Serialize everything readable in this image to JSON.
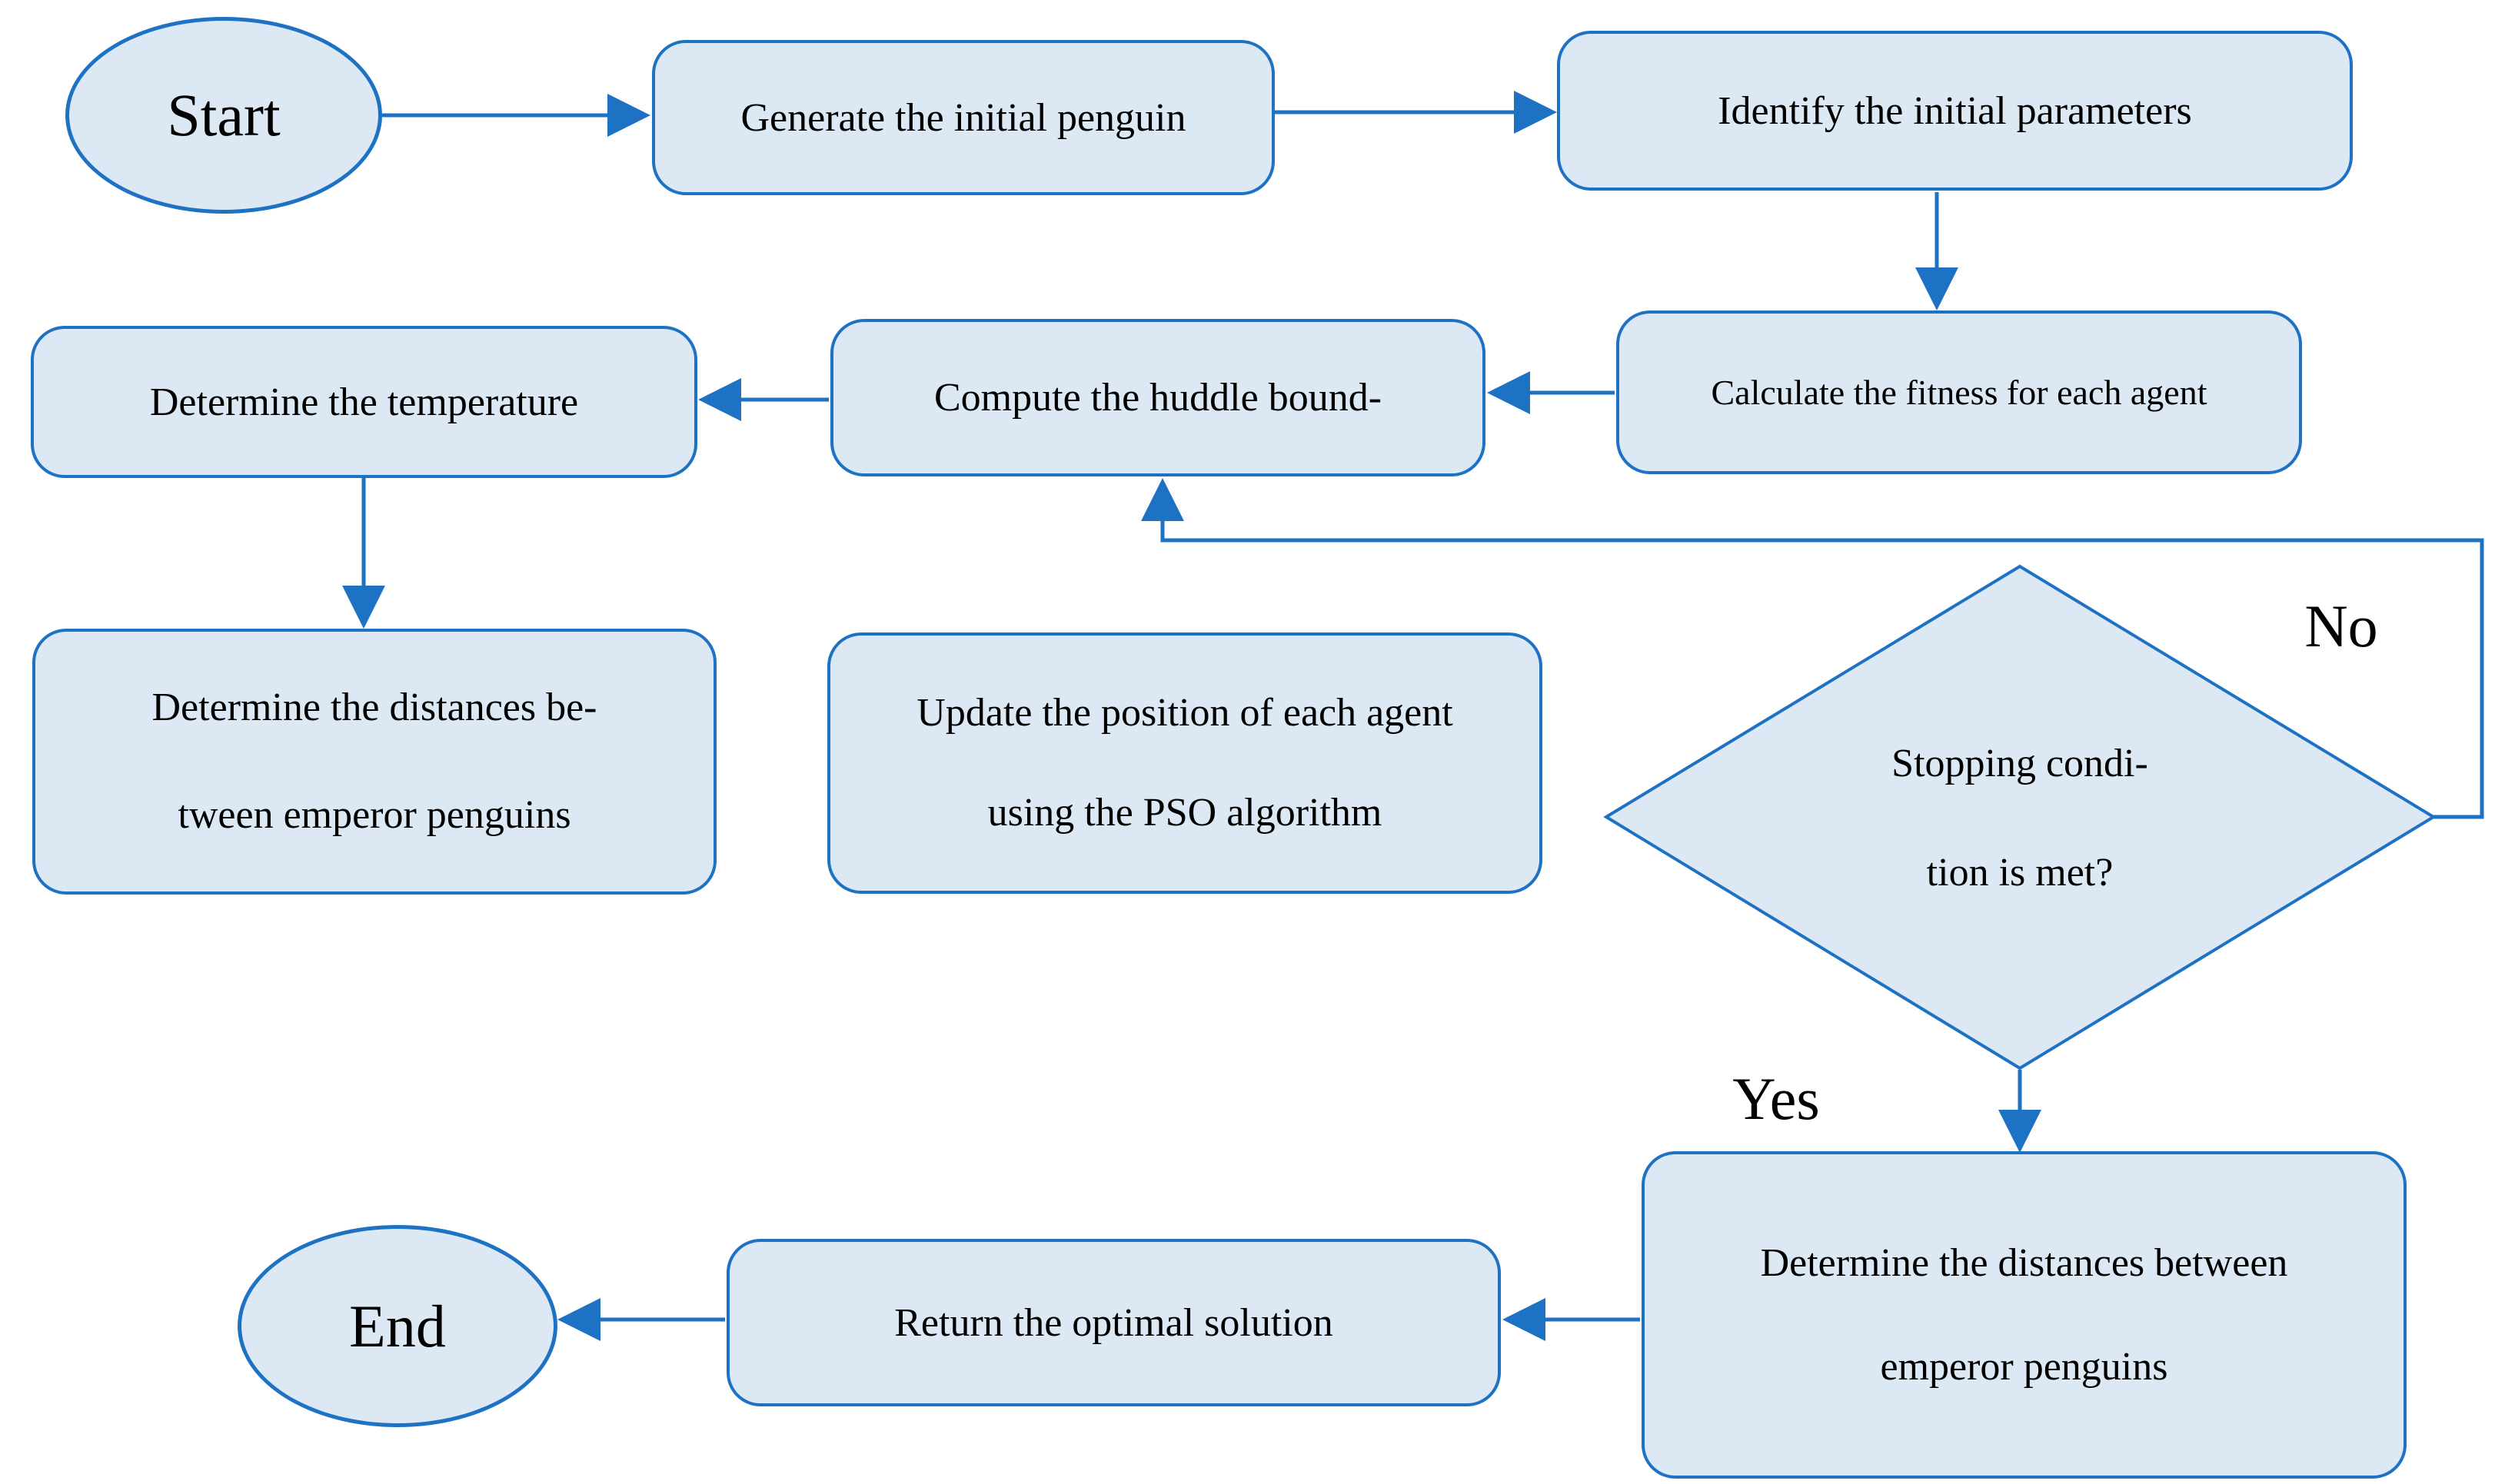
{
  "diagram": {
    "colors": {
      "stroke": "#1d72c4",
      "fill": "#dce9f5",
      "text": "#000000"
    },
    "nodes": {
      "start": {
        "label": "Start"
      },
      "generate": {
        "label": "Generate the initial penguin"
      },
      "identify": {
        "label": "Identify the initial parameters"
      },
      "fitness": {
        "label": "Calculate the fitness for each agent"
      },
      "huddle": {
        "label": "Compute the huddle bound-"
      },
      "temperature": {
        "label": "Determine the temperature"
      },
      "distances1": {
        "lines": [
          "Determine the distances be-",
          "tween emperor penguins"
        ]
      },
      "update": {
        "lines": [
          "Update the position of each agent",
          "using the PSO algorithm"
        ]
      },
      "decision": {
        "lines": [
          "Stopping condi-",
          "tion is met?"
        ]
      },
      "distances2": {
        "lines": [
          "Determine the distances between",
          "emperor penguins"
        ]
      },
      "return": {
        "label": "Return the optimal solution"
      },
      "end": {
        "label": "End"
      }
    },
    "labels": {
      "no": "No",
      "yes": "Yes"
    }
  }
}
